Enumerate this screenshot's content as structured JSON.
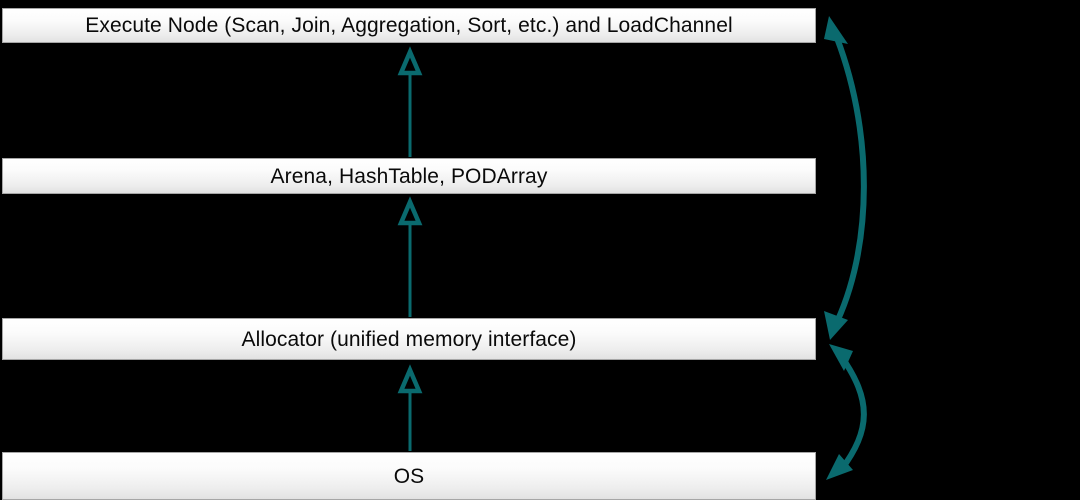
{
  "diagram": {
    "title_present": false,
    "background_color": "#000000",
    "accent_color": "#0a6a6e",
    "box_border_color": "#a6a6a6",
    "box_text_color": "#0a0a0a",
    "layers": [
      {
        "id": "execute-node",
        "label": "Execute Node (Scan, Join, Aggregation, Sort, etc.) and LoadChannel"
      },
      {
        "id": "arena",
        "label": "Arena, HashTable, PODArray"
      },
      {
        "id": "allocator",
        "label": "Allocator (unified memory interface)"
      },
      {
        "id": "os",
        "label": "OS"
      }
    ],
    "connectors": [
      {
        "id": "arena-to-execute-node",
        "kind": "straight-open-arrow",
        "direction": "up",
        "from": "arena",
        "to": "execute-node",
        "label": ""
      },
      {
        "id": "allocator-to-arena",
        "kind": "straight-open-arrow",
        "direction": "up",
        "from": "allocator",
        "to": "arena",
        "label": ""
      },
      {
        "id": "os-to-allocator",
        "kind": "straight-open-arrow",
        "direction": "up",
        "from": "os",
        "to": "allocator",
        "label": ""
      },
      {
        "id": "execute-node-allocator-curve",
        "kind": "curved-double-arrow",
        "direction": "both",
        "from": "allocator",
        "to": "execute-node",
        "label": ""
      },
      {
        "id": "allocator-os-curve",
        "kind": "curved-double-arrow",
        "direction": "both",
        "from": "allocator",
        "to": "os",
        "label": ""
      }
    ]
  }
}
